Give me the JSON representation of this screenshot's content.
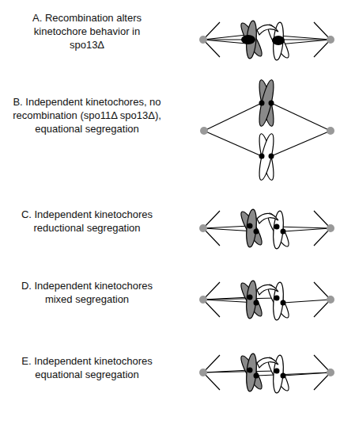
{
  "diagram": {
    "labels": [
      "A. Recombination alters kinetochore behavior in spo13Δ",
      "B. Independent kinetochores, no recombination (spo11Δ spo13Δ), equational segregation",
      "C. Independent kinetochores reductional segregation",
      "D. Independent kinetochores mixed segregation",
      "E. Independent kinetochores equational segregation"
    ]
  }
}
